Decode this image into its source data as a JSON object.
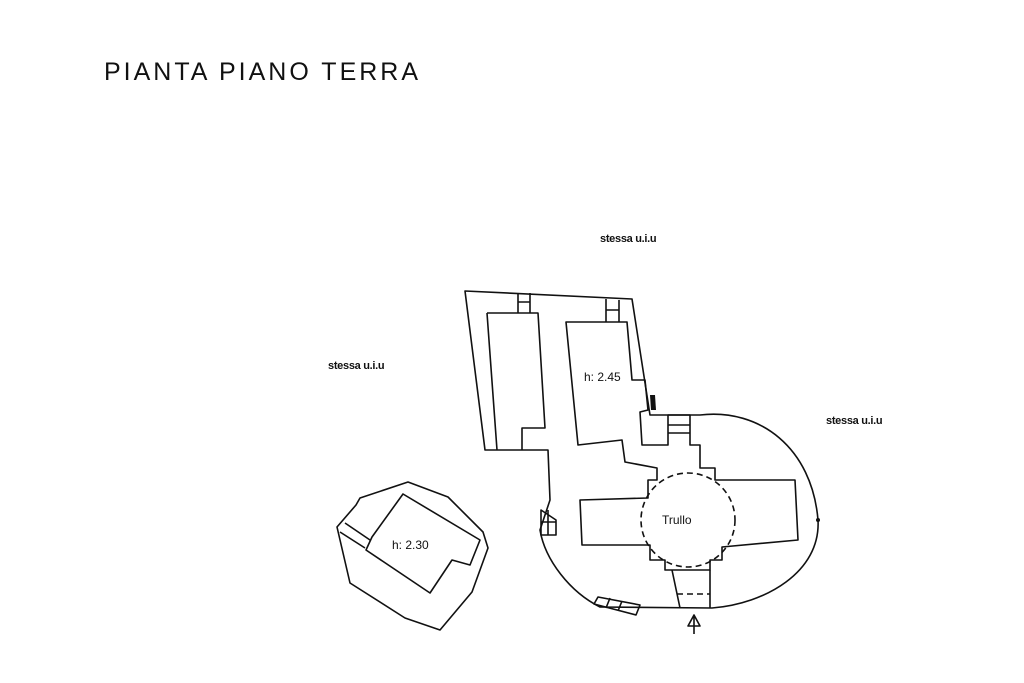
{
  "title": "PIANTA PIANO TERRA",
  "labels": {
    "neighbor_top": "stessa u.i.u",
    "neighbor_left": "stessa u.i.u",
    "neighbor_right": "stessa u.i.u"
  },
  "rooms": {
    "main_room_height": "h: 2.45",
    "trullo": "Trullo",
    "annex_height": "h: 2.30"
  },
  "icons": {
    "entrance": "entrance-arrow-icon"
  }
}
